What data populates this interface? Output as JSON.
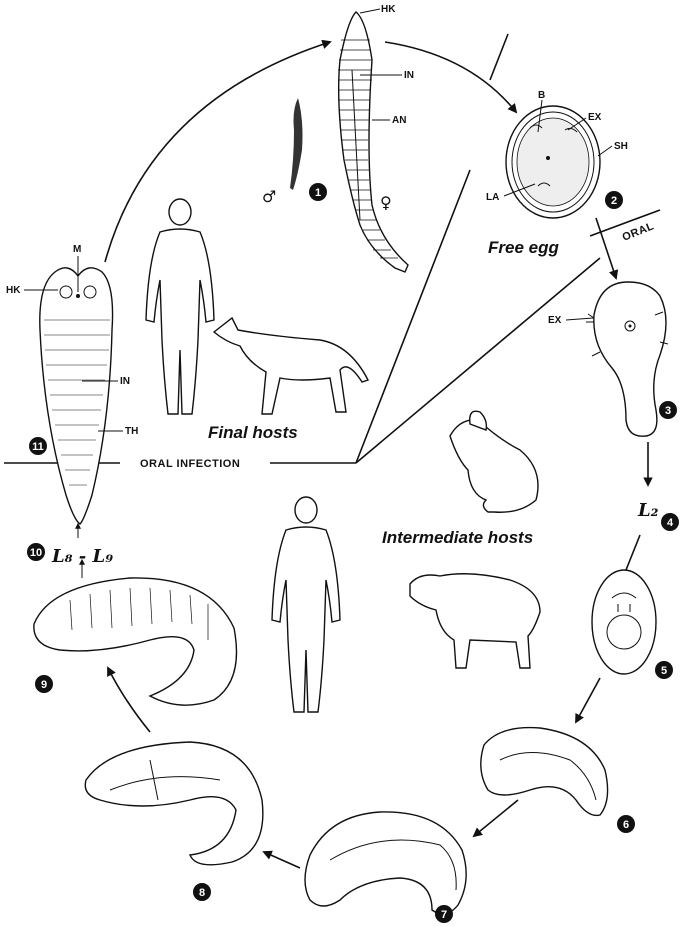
{
  "captions": {
    "final_hosts": "Final hosts",
    "intermediate_hosts": "Intermediate hosts",
    "free_egg": "Free egg",
    "oral_infection": "ORAL INFECTION",
    "oral": "ORAL"
  },
  "labels": {
    "hk_adult": "HK",
    "in_adult": "IN",
    "an_adult": "AN",
    "male": "♂",
    "female": "♀",
    "b_egg": "B",
    "ex_egg": "EX",
    "sh_egg": "SH",
    "la_egg": "LA",
    "ex_larva": "EX",
    "m_scolex": "M",
    "hk_scolex": "HK",
    "in_scolex": "IN",
    "th_scolex": "TH",
    "l2": "L₂",
    "l8_l9": "L₈ - L₉"
  },
  "steps": [
    "1",
    "2",
    "3",
    "4",
    "5",
    "6",
    "7",
    "8",
    "9",
    "10",
    "11"
  ]
}
